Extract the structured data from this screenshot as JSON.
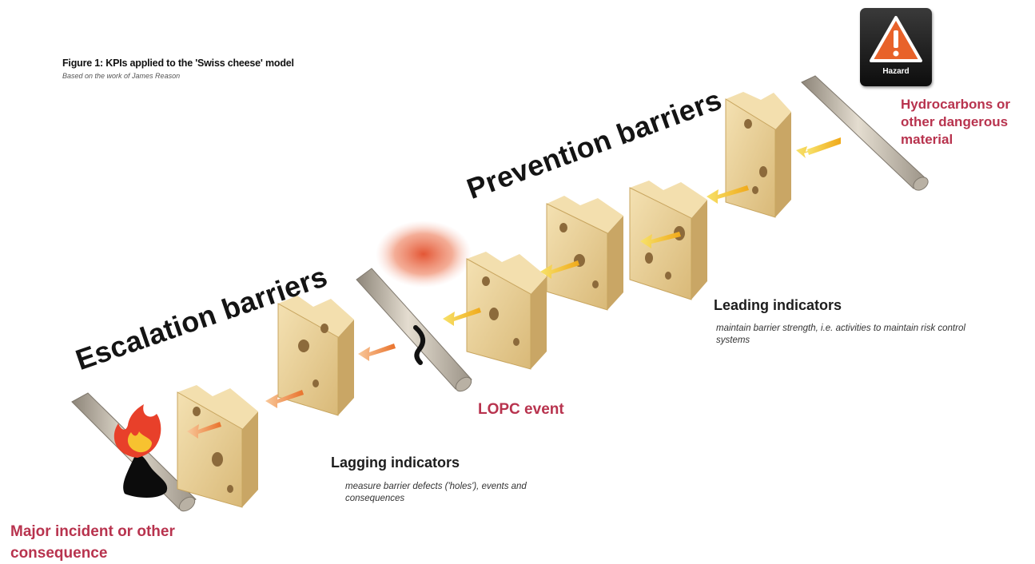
{
  "figure": {
    "title": "Figure 1:   KPIs applied to the 'Swiss cheese' model",
    "subtitle": "Based on the work of James Reason"
  },
  "labels": {
    "prevention_barriers": "Prevention barriers",
    "escalation_barriers": "Escalation barriers",
    "hazard_sign": "Hazard",
    "hazard_source": "Hydrocarbons or other dangerous material",
    "lopc_event": "LOPC event",
    "major_incident": "Major incident or other consequence"
  },
  "indicators": {
    "leading": {
      "title": "Leading indicators",
      "description": "maintain barrier strength, i.e. activities to maintain risk control systems"
    },
    "lagging": {
      "title": "Lagging indicators",
      "description": "measure barrier defects ('holes'), events and consequences"
    }
  },
  "colors": {
    "accent_red": "#b8334e",
    "cheese": "#e8cf97",
    "arrow_yellow": "#f5c518",
    "arrow_orange": "#f0913a",
    "hazard_triangle": "#e8622a"
  }
}
